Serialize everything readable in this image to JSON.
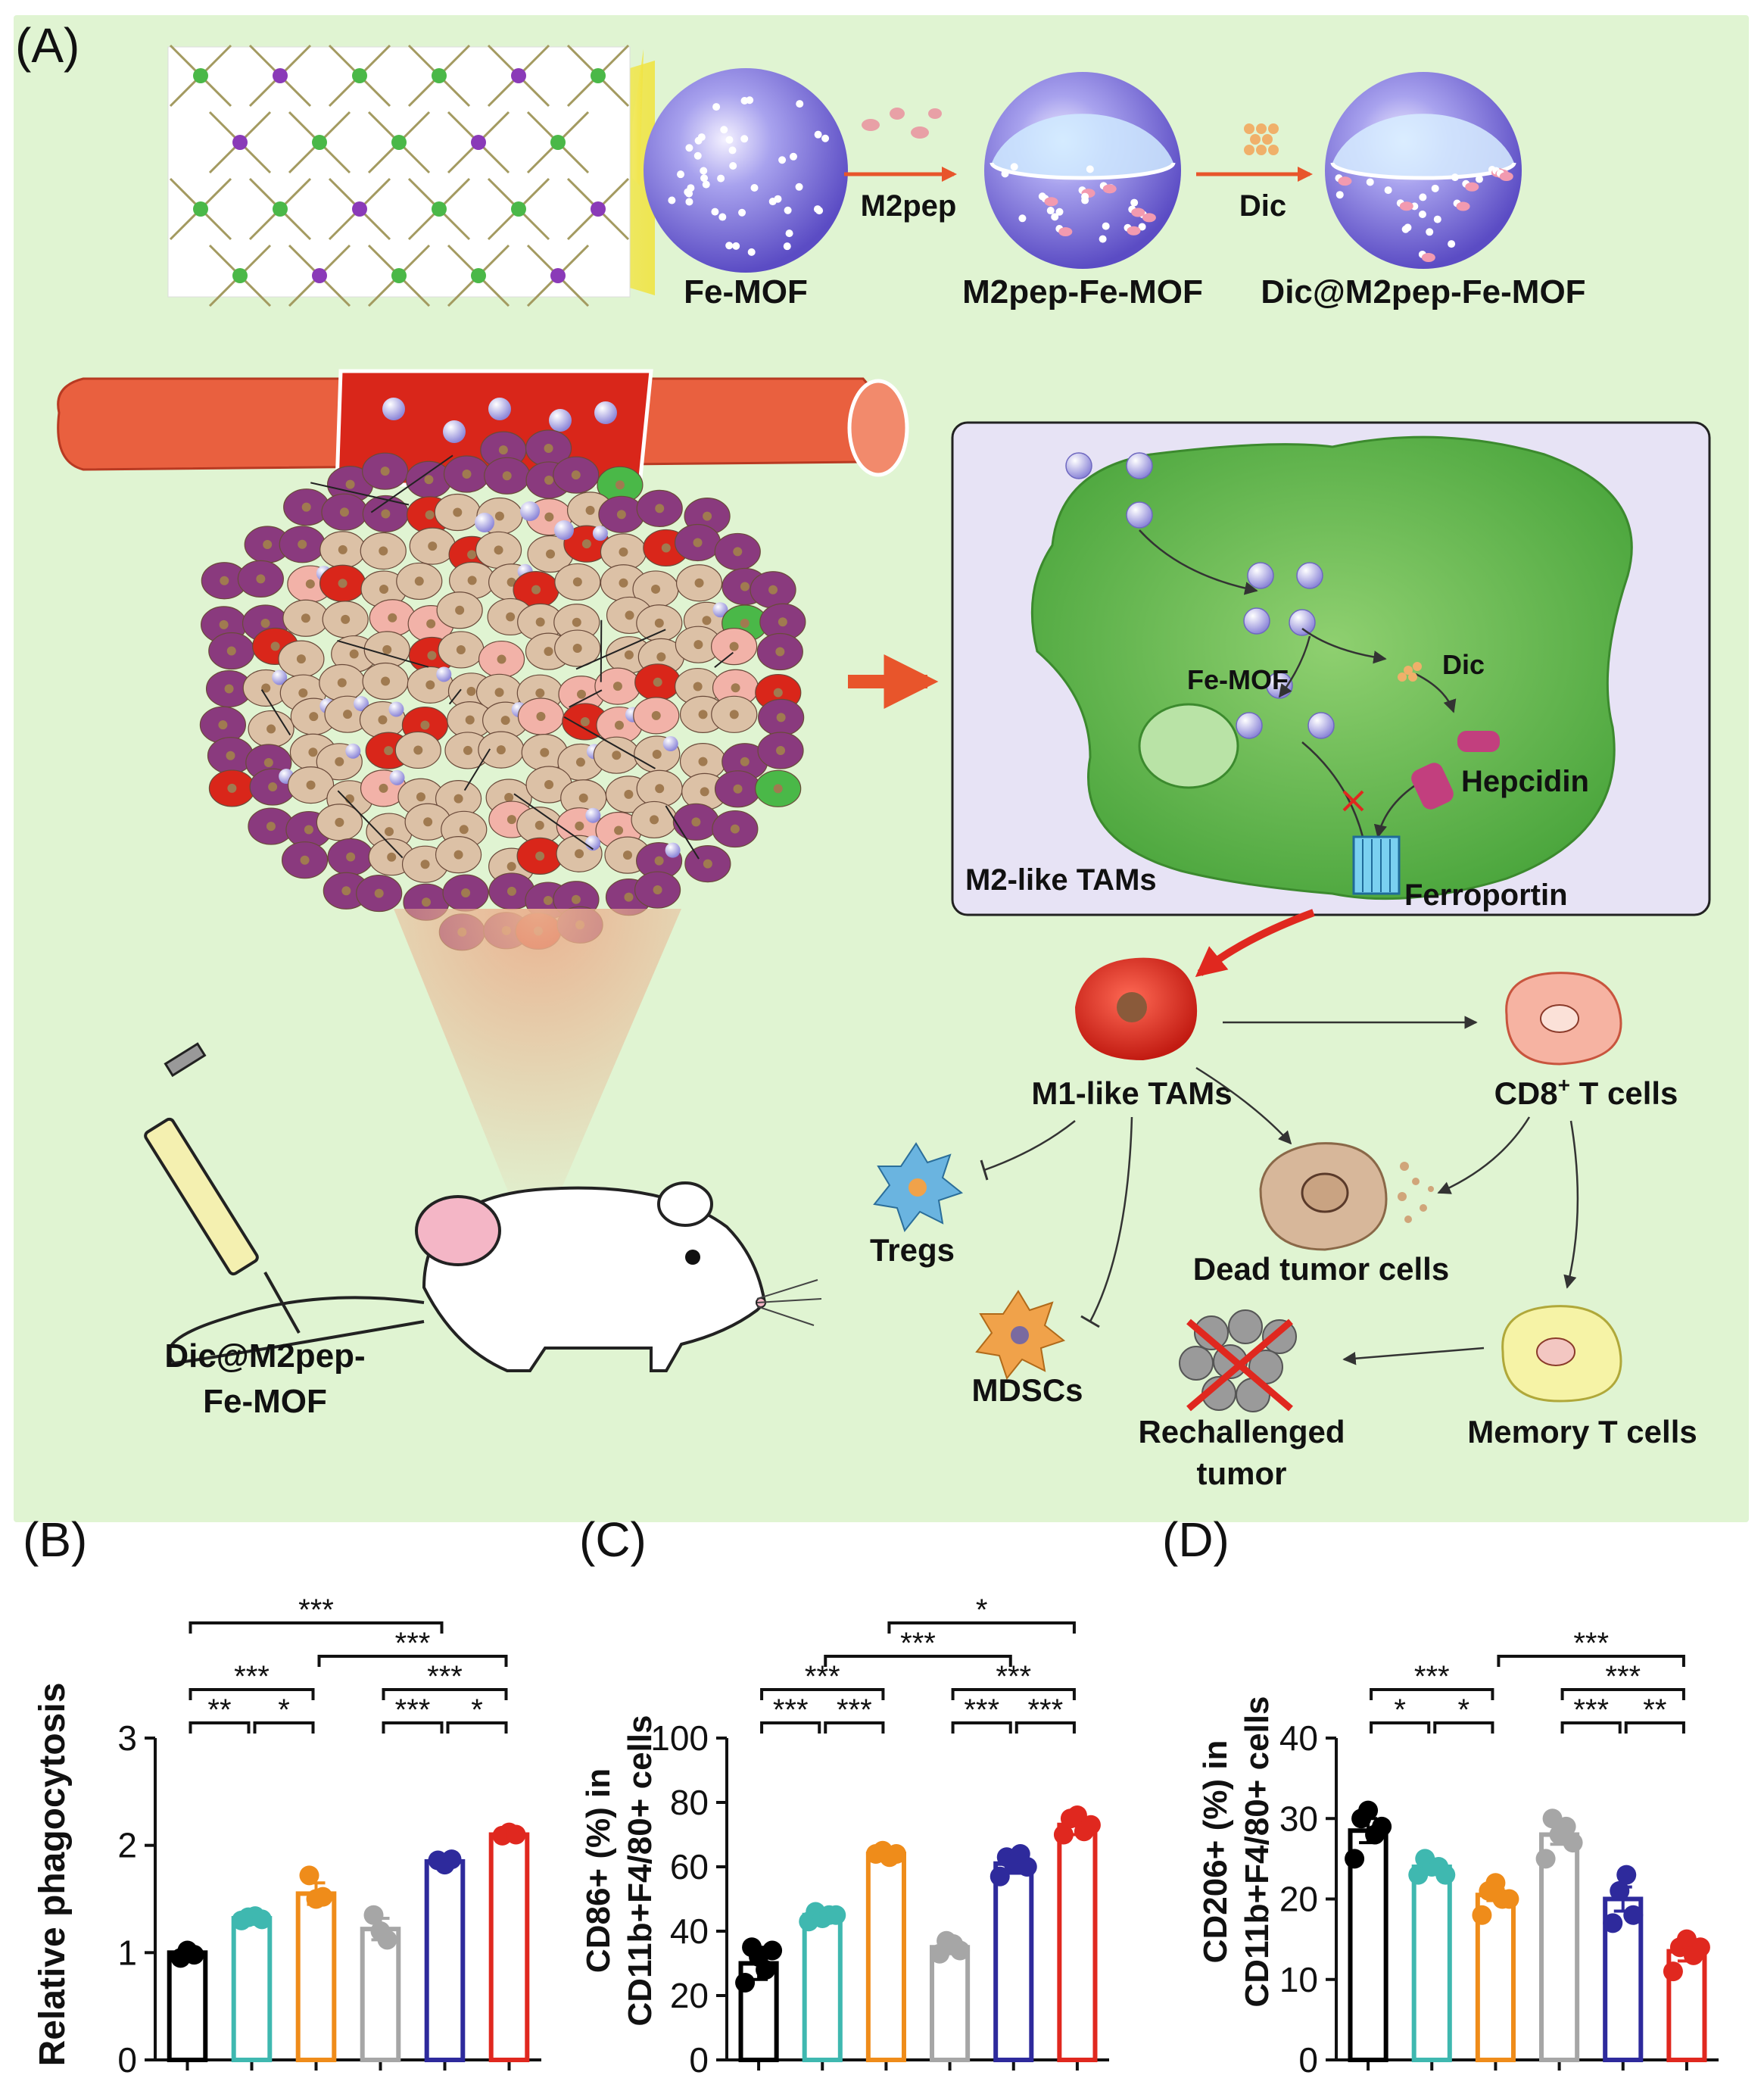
{
  "panel_a": {
    "letter": "(A)",
    "synthesis": {
      "fe_mof": "Fe-MOF",
      "m2pep_step": "M2pep",
      "m2pep_fe_mof": "M2pep-Fe-MOF",
      "dic_step": "Dic",
      "dic_m2pep_fe_mof": "Dic@M2pep-Fe-MOF"
    },
    "mouse_label_line1": "Dic@M2pep-",
    "mouse_label_line2": "Fe-MOF",
    "macrophage": {
      "fe_mof": "Fe-MOF",
      "dic": "Dic",
      "hepcidin": "Hepcidin",
      "ferroportin": "Ferroportin",
      "m2_tams": "M2-like TAMs"
    },
    "outcomes": {
      "m1_tams": "M1-like TAMs",
      "cd8_prefix": "CD8",
      "cd8_sup": "+",
      "cd8_suffix": " T cells",
      "tregs": "Tregs",
      "dead_tumor": "Dead tumor cells",
      "mdscs": "MDSCs",
      "rechallenged_line1": "Rechallenged",
      "rechallenged_line2": "tumor",
      "memory_t": "Memory T cells"
    },
    "colors": {
      "background": "#dff3cf",
      "vessel": "#e8553a",
      "macrophage": "#5cb84a",
      "m1_cell": "#d42a1f",
      "arrow": "#e8552b"
    }
  },
  "chart_data": [
    {
      "type": "bar",
      "panel": "(B)",
      "title": "",
      "xlabel": "",
      "ylabel": "Relative phagocytosis",
      "ylim": [
        0,
        3
      ],
      "yticks": [
        "0",
        "1",
        "2",
        "3"
      ],
      "values": [
        1.0,
        1.32,
        1.55,
        1.22,
        1.85,
        2.1
      ],
      "points": [
        [
          0.95,
          1.02,
          0.98
        ],
        [
          1.3,
          1.33,
          1.34,
          1.31
        ],
        [
          1.72,
          1.5,
          1.52
        ],
        [
          1.35,
          1.2,
          1.12
        ],
        [
          1.86,
          1.82,
          1.87
        ],
        [
          2.09,
          2.12,
          2.1
        ]
      ],
      "errors": [
        0.04,
        0.02,
        0.1,
        0.1,
        0.03,
        0.02
      ],
      "colors": [
        "#000000",
        "#3fb8b0",
        "#ef8c1a",
        "#a6a6a6",
        "#2e2a9c",
        "#e0281f"
      ],
      "significance": [
        {
          "a": 0,
          "b": 1,
          "label": "**"
        },
        {
          "a": 1,
          "b": 2,
          "label": "*"
        },
        {
          "a": 0,
          "b": 2,
          "label": "***"
        },
        {
          "a": 3,
          "b": 4,
          "label": "***"
        },
        {
          "a": 4,
          "b": 5,
          "label": "*"
        },
        {
          "a": 3,
          "b": 5,
          "label": "***"
        },
        {
          "a": 0,
          "b": 4,
          "label": "***"
        },
        {
          "a": 2,
          "b": 5,
          "label": "***"
        }
      ]
    },
    {
      "type": "bar",
      "panel": "(C)",
      "title": "",
      "xlabel": "",
      "ylabel_line1": "CD86+ (%) in",
      "ylabel_line2": "CD11b+F4/80+ cells",
      "ylim": [
        0,
        100
      ],
      "yticks": [
        "0",
        "20",
        "40",
        "60",
        "80",
        "100"
      ],
      "values": [
        30,
        45,
        64,
        35,
        61,
        73
      ],
      "points": [
        [
          24,
          35,
          32,
          28,
          34
        ],
        [
          43,
          46,
          44,
          45,
          45
        ],
        [
          64,
          65,
          63,
          64
        ],
        [
          33,
          37,
          36,
          34
        ],
        [
          57,
          63,
          61,
          64,
          60
        ],
        [
          70,
          75,
          76,
          71,
          73
        ]
      ],
      "errors": [
        5,
        1,
        0.5,
        2,
        3,
        3
      ],
      "colors": [
        "#000000",
        "#3fb8b0",
        "#ef8c1a",
        "#a6a6a6",
        "#2e2a9c",
        "#e0281f"
      ],
      "significance": [
        {
          "a": 0,
          "b": 1,
          "label": "***"
        },
        {
          "a": 1,
          "b": 2,
          "label": "***"
        },
        {
          "a": 0,
          "b": 2,
          "label": "***"
        },
        {
          "a": 3,
          "b": 4,
          "label": "***"
        },
        {
          "a": 4,
          "b": 5,
          "label": "***"
        },
        {
          "a": 3,
          "b": 5,
          "label": "***"
        },
        {
          "a": 1,
          "b": 4,
          "label": "***"
        },
        {
          "a": 2,
          "b": 5,
          "label": "*"
        }
      ]
    },
    {
      "type": "bar",
      "panel": "(D)",
      "title": "",
      "xlabel": "",
      "ylabel_line1": "CD206+ (%) in",
      "ylabel_line2": "CD11b+F4/80+ cells",
      "ylim": [
        0,
        40
      ],
      "yticks": [
        "0",
        "10",
        "20",
        "30",
        "40"
      ],
      "values": [
        28.5,
        24,
        20.5,
        28,
        20,
        13.5
      ],
      "points": [
        [
          25,
          30,
          31,
          28,
          29
        ],
        [
          23,
          25,
          24,
          24,
          23
        ],
        [
          18,
          21,
          22,
          20,
          20
        ],
        [
          25,
          30,
          28,
          29,
          27
        ],
        [
          17,
          21,
          23,
          18
        ],
        [
          11,
          14,
          15,
          13,
          14
        ]
      ],
      "errors": [
        1.5,
        0.5,
        0.7,
        1.2,
        1.5,
        1.2
      ],
      "colors": [
        "#000000",
        "#3fb8b0",
        "#ef8c1a",
        "#a6a6a6",
        "#2e2a9c",
        "#e0281f"
      ],
      "significance": [
        {
          "a": 0,
          "b": 1,
          "label": "*"
        },
        {
          "a": 1,
          "b": 2,
          "label": "*"
        },
        {
          "a": 0,
          "b": 2,
          "label": "***"
        },
        {
          "a": 3,
          "b": 4,
          "label": "***"
        },
        {
          "a": 4,
          "b": 5,
          "label": "**"
        },
        {
          "a": 3,
          "b": 5,
          "label": "***"
        },
        {
          "a": 2,
          "b": 5,
          "label": "***"
        }
      ]
    }
  ]
}
